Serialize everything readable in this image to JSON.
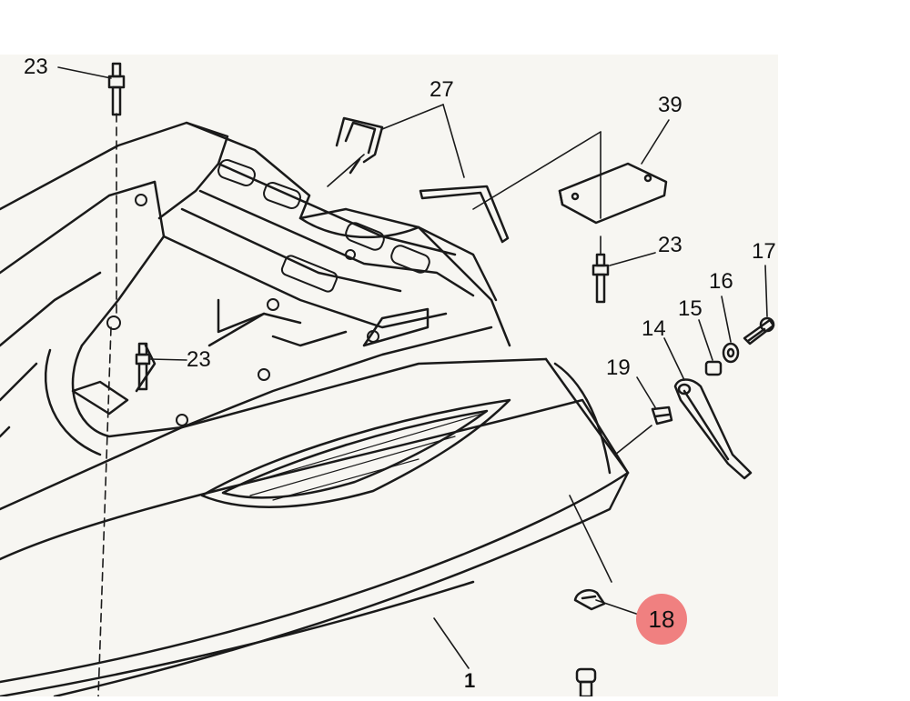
{
  "diagram": {
    "highlight_color": "#f08080",
    "ink_color": "#1a1a1a",
    "paper_color": "#ffffff",
    "shade_color": "#f6f5f1",
    "labels": {
      "p23a": "23",
      "p27": "27",
      "p39": "39",
      "p23b": "23",
      "p17": "17",
      "p16": "16",
      "p15": "15",
      "p14": "14",
      "p19": "19",
      "p23c": "23",
      "p18": "18",
      "p1": "1"
    },
    "highlighted_part": "18"
  }
}
